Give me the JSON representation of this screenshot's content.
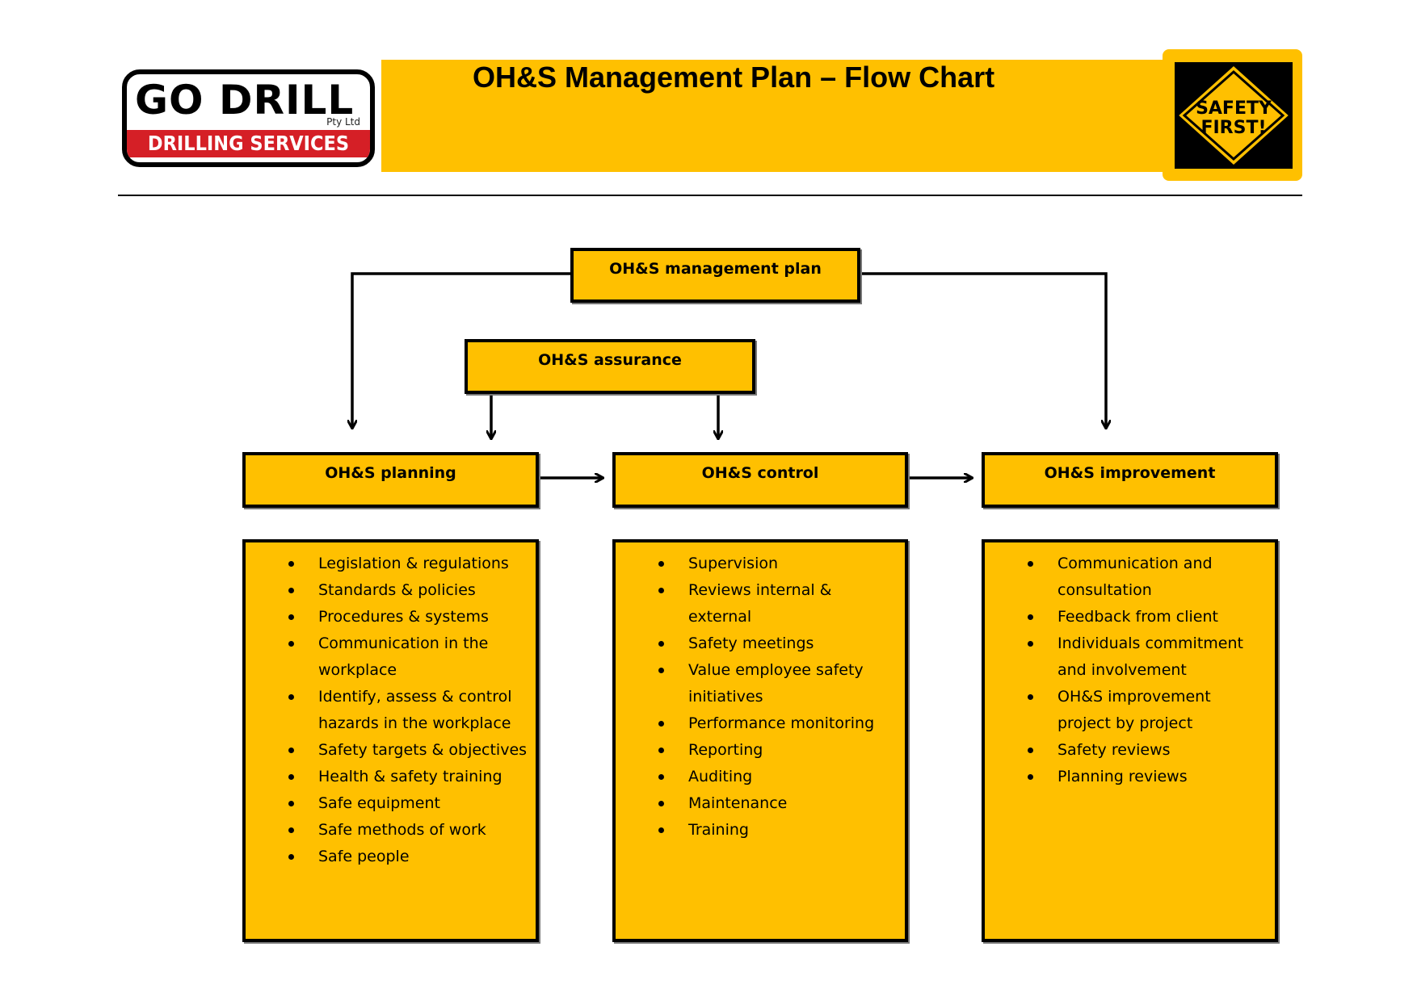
{
  "header": {
    "logo": {
      "main": "GO DRILL",
      "sub": "Pty Ltd",
      "band": "DRILLING SERVICES"
    },
    "title": "OH&S Management Plan – Flow Chart",
    "safety_sign": "SAFETY FIRST!"
  },
  "colors": {
    "box_fill": "#ffc000",
    "logo_red": "#d51f26",
    "border": "#000000"
  },
  "nodes": {
    "plan": "OH&S management plan",
    "assurance": "OH&S assurance",
    "planning": "OH&S planning",
    "control": "OH&S control",
    "improvement": "OH&S improvement"
  },
  "edges": [
    {
      "from": "plan",
      "to": "planning"
    },
    {
      "from": "plan",
      "to": "improvement"
    },
    {
      "from": "assurance",
      "to": "planning"
    },
    {
      "from": "assurance",
      "to": "control"
    },
    {
      "from": "planning",
      "to": "control"
    },
    {
      "from": "control",
      "to": "improvement"
    }
  ],
  "lists": {
    "planning": [
      "Legislation & regulations",
      "Standards & policies",
      "Procedures & systems",
      "Communication in the\nworkplace",
      "Identify, assess & control\nhazards in the workplace",
      "Safety targets & objectives",
      "Health & safety training",
      "Safe equipment",
      "Safe methods of work",
      "Safe people"
    ],
    "control": [
      "Supervision",
      "Reviews internal &\nexternal",
      "Safety meetings",
      "Value employee safety\ninitiatives",
      "Performance monitoring",
      "Reporting",
      "Auditing",
      "Maintenance",
      "Training"
    ],
    "improvement": [
      "Communication and\nconsultation",
      "Feedback from client",
      "Individuals  commitment\nand involvement",
      "OH&S improvement\nproject by project",
      "Safety reviews",
      "Planning reviews"
    ]
  }
}
